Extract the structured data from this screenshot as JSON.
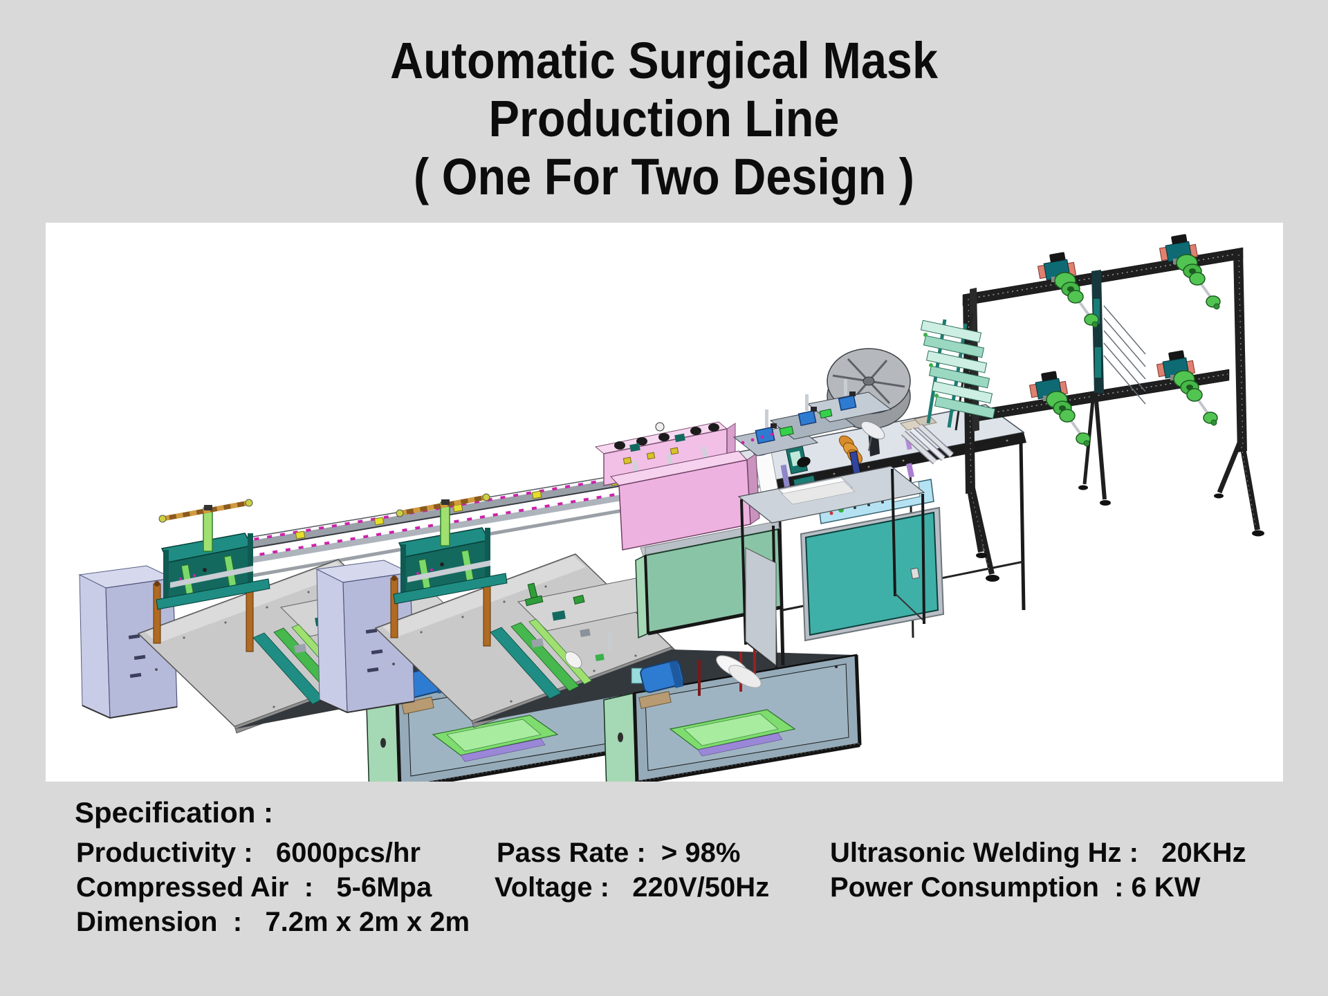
{
  "page": {
    "background_color": "#d9d9d9",
    "figure_background_color": "#ffffff"
  },
  "title": {
    "lines": [
      "Automatic Surgical Mask",
      "Production Line",
      "( One For Two Design )"
    ]
  },
  "specs": {
    "heading": "Specification :",
    "rows": [
      {
        "cells": [
          "Productivity :   6000pcs/hr",
          "Pass Rate :  > 98%",
          "Ultrasonic Welding Hz :   20KHz"
        ]
      },
      {
        "cells": [
          "Compressed Air  :   5-6Mpa",
          "Voltage :   220V/50Hz",
          "Power Consumption  : 6 KW"
        ]
      },
      {
        "cells": [
          "Dimension  :   7.2m x 2m x 2m"
        ]
      }
    ]
  },
  "figure": {
    "palette": {
      "machine_teal": "#1f8d83",
      "panel_lavender": "#b6bada",
      "cabinet_slate": "#95abb9",
      "cabinet_mint": "#a5d8b4",
      "station_cabinet_teal": "#3fb0a8",
      "control_panel_blue": "#b5e2f2",
      "pink_unit": "#edb2e0",
      "seagreen_cabinet": "#8ac4a6",
      "conveyor_magenta": "#cc22aa",
      "clip_yellow": "#e6de2e",
      "motor_blue": "#2e7bd2",
      "copper_post": "#b06a22",
      "reel_green": "#52c452",
      "gantry_frame": "#1f1f1f",
      "spool_disc_gray": "#b5b9bd"
    }
  }
}
